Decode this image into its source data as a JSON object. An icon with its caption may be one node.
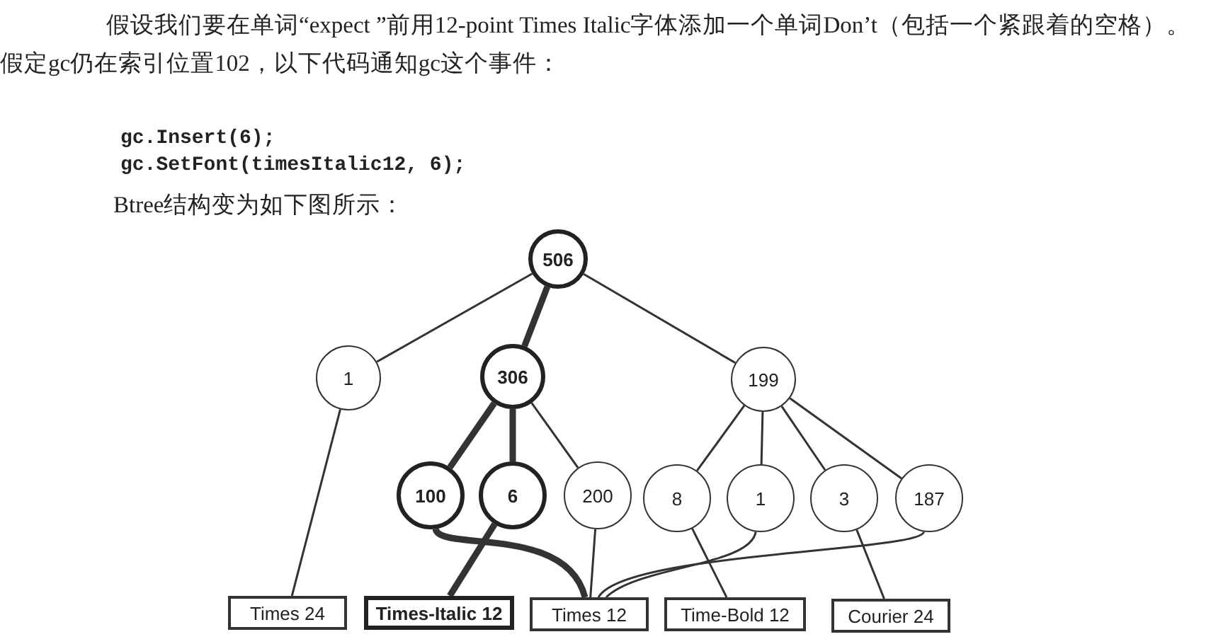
{
  "diagram": {
    "nodes": [
      {
        "text": [
          "506"
        ]
      },
      {
        "text": [
          "1"
        ]
      },
      {
        "text": [
          "306"
        ]
      },
      {
        "text": [
          "199"
        ]
      },
      {
        "text": [
          "100"
        ]
      },
      {
        "text": [
          "6"
        ]
      },
      {
        "text": [
          "200"
        ]
      },
      {
        "text": [
          "8"
        ]
      },
      {
        "text": [
          "1"
        ]
      },
      {
        "text": [
          "3"
        ]
      },
      {
        "text": [
          "187"
        ]
      },
      {
        "text": [
          "Times 24"
        ]
      },
      {
        "text": [
          "Times-Italic 12"
        ]
      },
      {
        "text": [
          "Times 12"
        ]
      },
      {
        "text": [
          "Time-Bold 12"
        ]
      },
      {
        "text": [
          "Courier 24"
        ]
      }
    ],
    "edges": [
      {
        "from": 0,
        "to": 1,
        "arrow": "none"
      },
      {
        "from": 0,
        "to": 2,
        "arrow": "none",
        "style": "thick"
      },
      {
        "from": 0,
        "to": 3,
        "arrow": "none"
      },
      {
        "from": 2,
        "to": 4,
        "arrow": "none",
        "style": "thick"
      },
      {
        "from": 2,
        "to": 5,
        "arrow": "none",
        "style": "thick"
      },
      {
        "from": 2,
        "to": 6,
        "arrow": "none"
      },
      {
        "from": 3,
        "to": 7,
        "arrow": "none"
      },
      {
        "from": 3,
        "to": 8,
        "arrow": "none"
      },
      {
        "from": 3,
        "to": 9,
        "arrow": "none"
      },
      {
        "from": 3,
        "to": 10,
        "arrow": "none"
      },
      {
        "from": 1,
        "to": 11,
        "arrow": "none"
      },
      {
        "from": 4,
        "to": 13,
        "arrow": "none",
        "style": "thick"
      },
      {
        "from": 5,
        "to": 12,
        "arrow": "none",
        "style": "thick"
      },
      {
        "from": 6,
        "to": 13,
        "arrow": "none"
      },
      {
        "from": 7,
        "to": 14,
        "arrow": "none"
      },
      {
        "from": 8,
        "to": 13,
        "arrow": "none"
      },
      {
        "from": 9,
        "to": 15,
        "arrow": "none"
      },
      {
        "from": 10,
        "to": 13,
        "arrow": "none"
      }
    ],
    "labels": [
      "假设我们要在单词“expect ”前用12-point Times Italic字体添加一个单词Don’t（包括一个紧跟着的空格）。假定gc仍在索引位置102，以下代码通知gc这个事件：",
      "gc.Insert(6);",
      "gc.SetFont(timesItalic12, 6);",
      "Btree结构变为如下图所示："
    ]
  }
}
